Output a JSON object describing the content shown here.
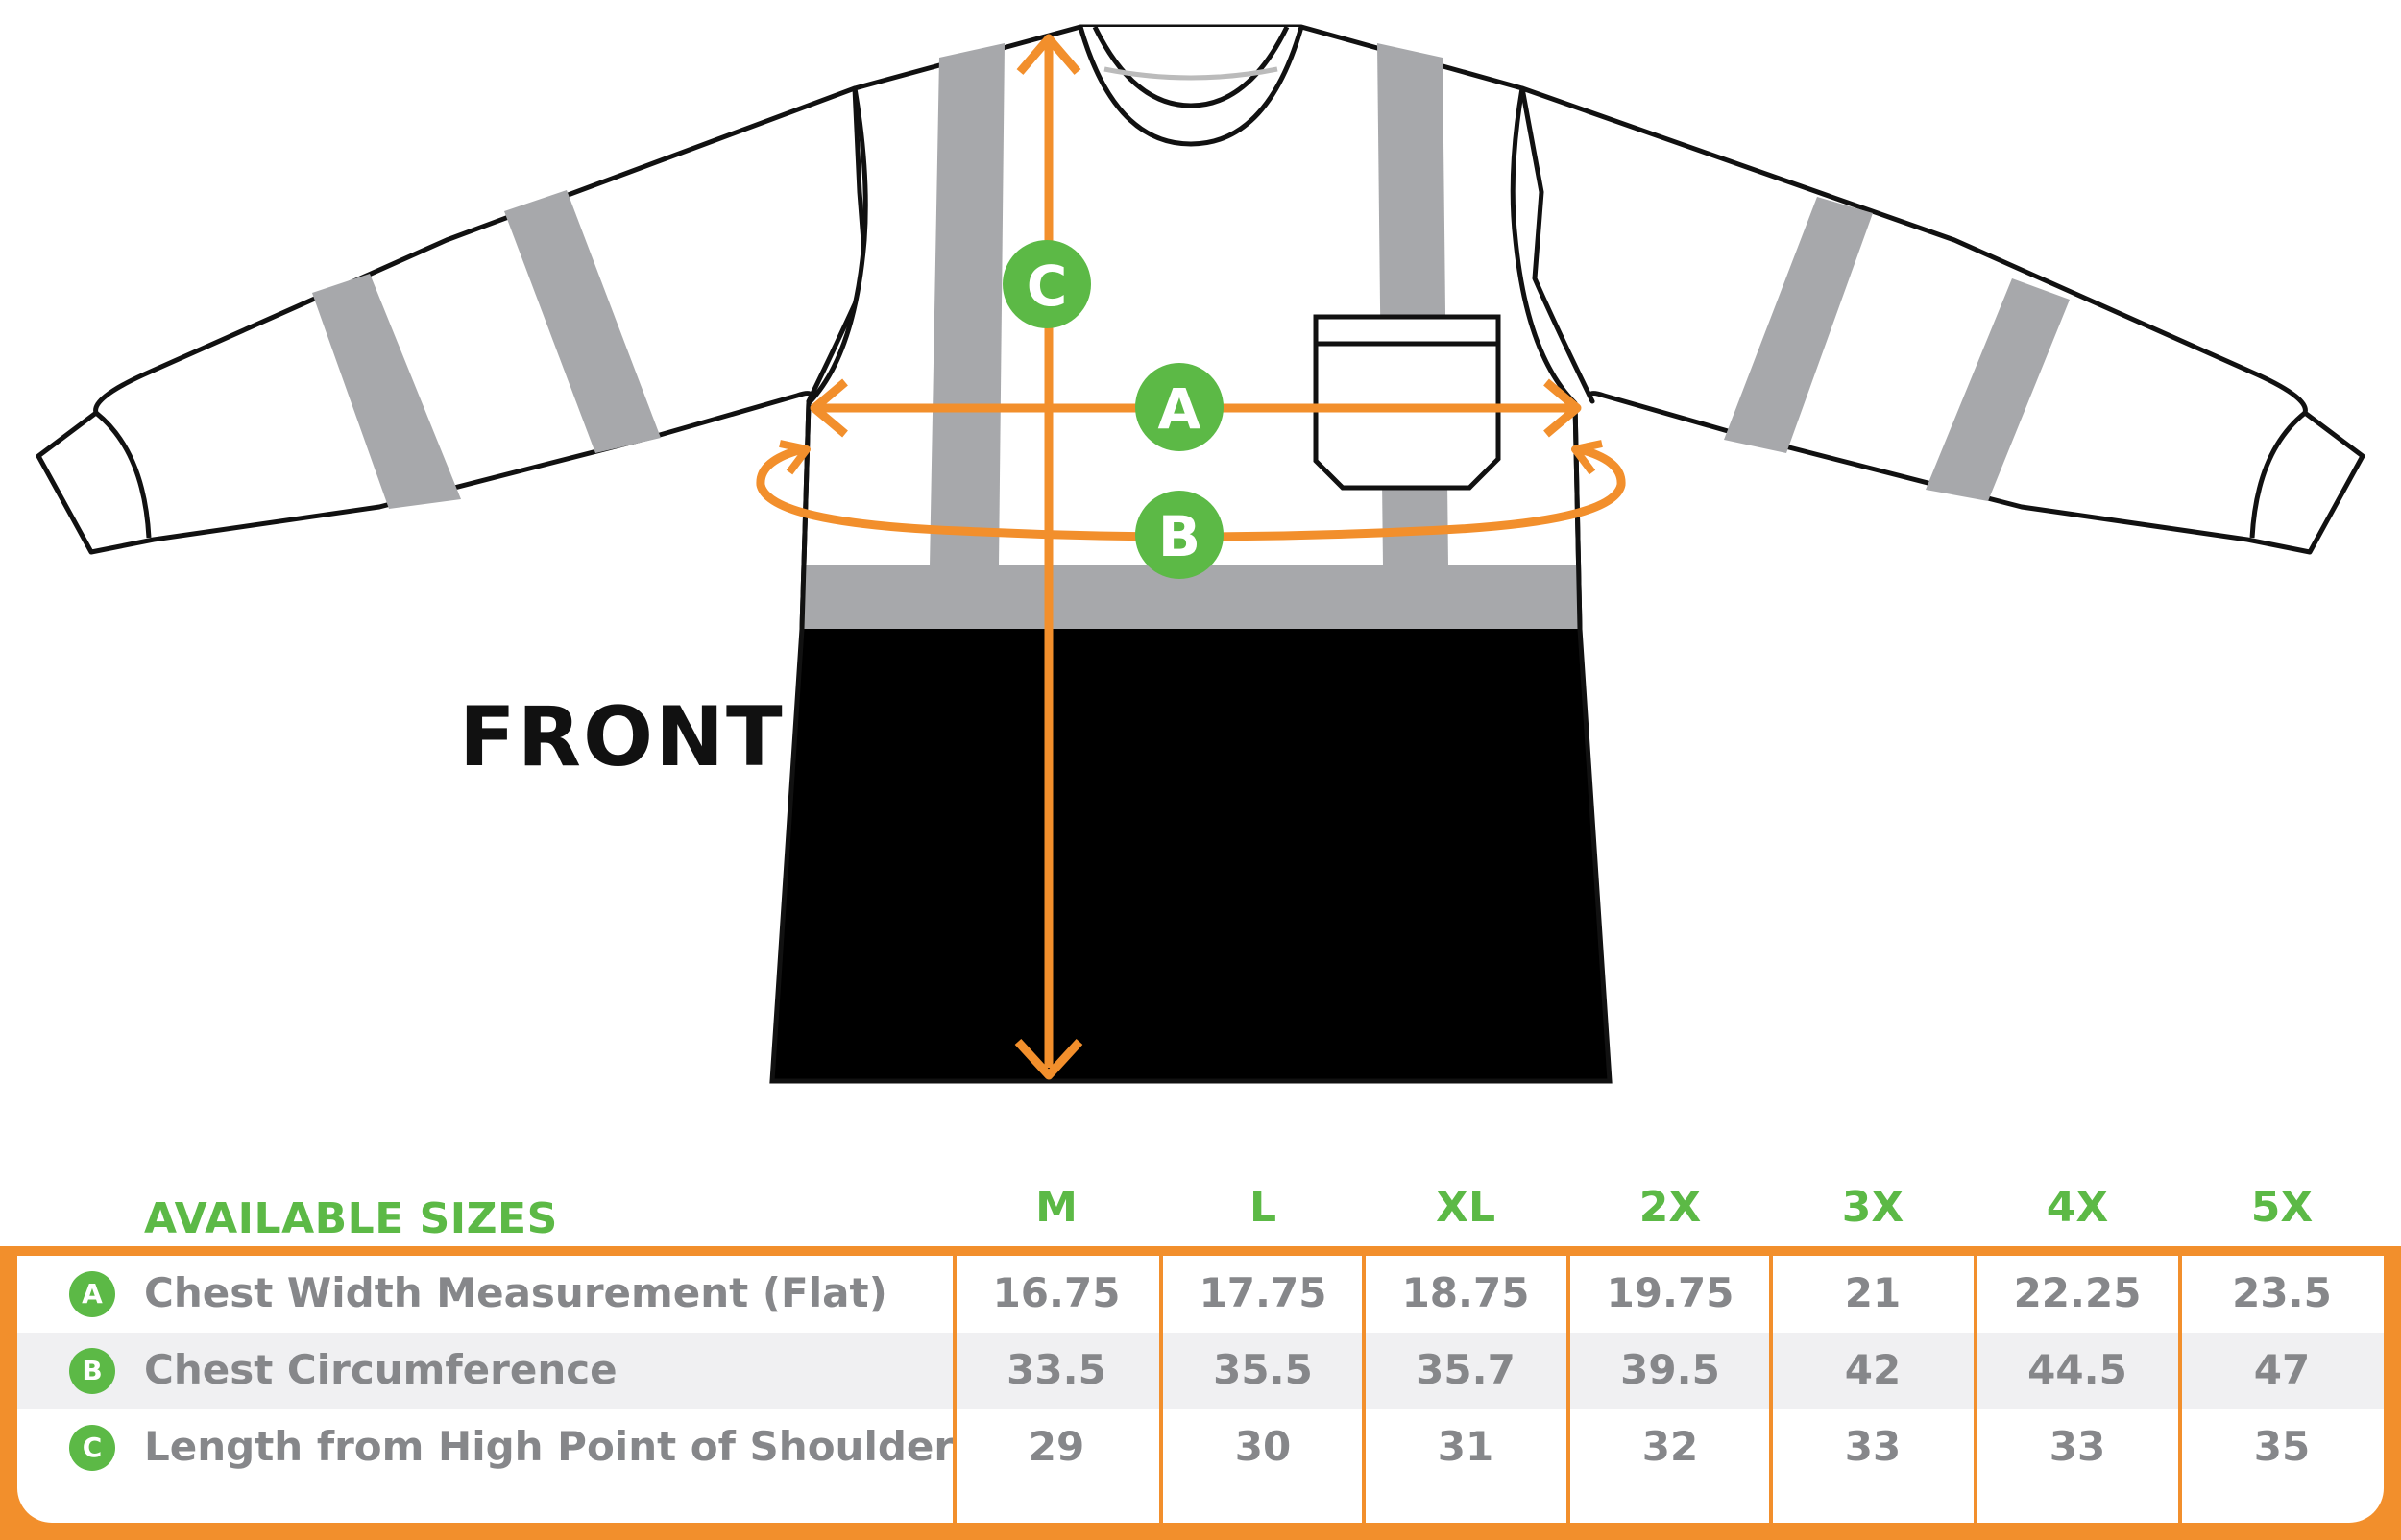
{
  "view_label": "FRONT",
  "callouts": {
    "a": "A",
    "b": "B",
    "c": "C"
  },
  "colors": {
    "accent_orange": "#f28f2c",
    "badge_green": "#5cb946",
    "stripe_gray": "#a7a8ab",
    "text_gray": "#86878a"
  },
  "size_table": {
    "heading": "AVAILABLE SIZES",
    "sizes": [
      "M",
      "L",
      "XL",
      "2X",
      "3X",
      "4X",
      "5X"
    ],
    "rows": [
      {
        "badge": "A",
        "label": "Chest Width Measurement (Flat)",
        "values": [
          "16.75",
          "17.75",
          "18.75",
          "19.75",
          "21",
          "22.25",
          "23.5"
        ]
      },
      {
        "badge": "B",
        "label": "Chest Circumference",
        "values": [
          "33.5",
          "35.5",
          "35.7",
          "39.5",
          "42",
          "44.5",
          "47"
        ]
      },
      {
        "badge": "C",
        "label": "Length from High Point of Shoulder",
        "values": [
          "29",
          "30",
          "31",
          "32",
          "33",
          "33",
          "35"
        ]
      }
    ]
  }
}
